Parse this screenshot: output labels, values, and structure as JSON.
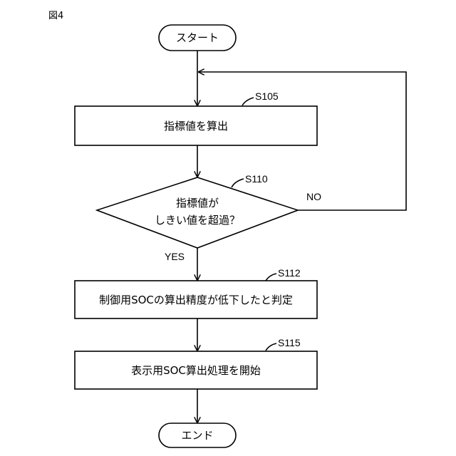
{
  "figure": {
    "label": "図4"
  },
  "nodes": {
    "start": {
      "text": "スタート"
    },
    "s105": {
      "step": "S105",
      "text": "指標値を算出"
    },
    "s110": {
      "step": "S110",
      "line1": "指標値が",
      "line2": "しきい値を超過？"
    },
    "s112": {
      "step": "S112",
      "text": "制御用SOCの算出精度が低下したと判定"
    },
    "s115": {
      "step": "S115",
      "text": "表示用SOC算出処理を開始"
    },
    "end": {
      "text": "エンド"
    }
  },
  "branches": {
    "yes": "YES",
    "no": "NO"
  }
}
